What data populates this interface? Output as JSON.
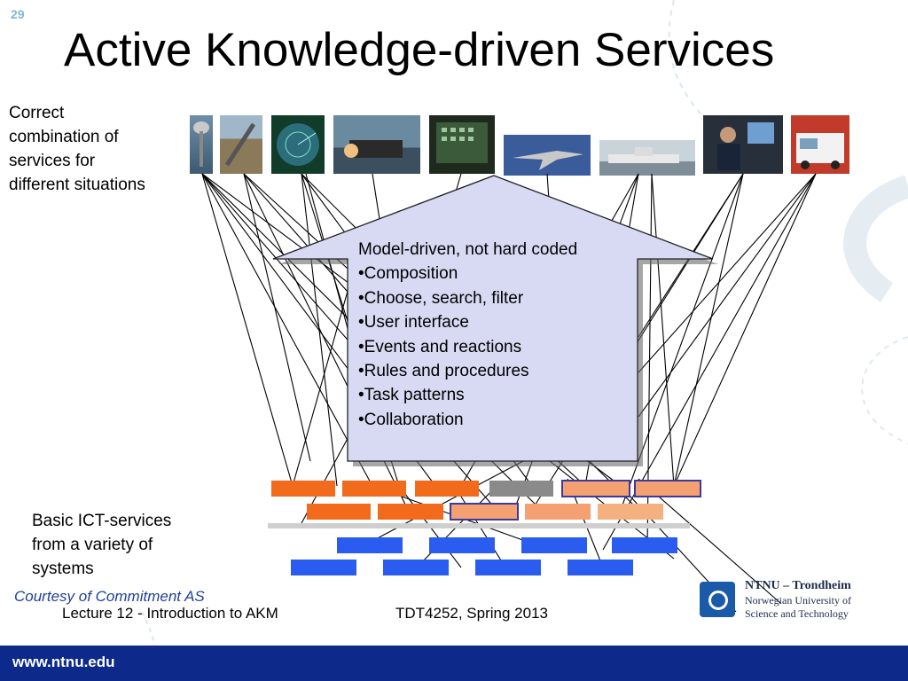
{
  "slide_number": "29",
  "title": "Active Knowledge-driven Services",
  "left_top_lines": [
    "Correct",
    "combination of",
    "services for",
    "different situations"
  ],
  "callout": {
    "heading": "Model-driven, not hard coded",
    "bullets": [
      "•Composition",
      "•Choose, search, filter",
      "•User interface",
      "•Events and reactions",
      "•Rules and procedures",
      "•Task patterns",
      "•Collaboration"
    ]
  },
  "left_bottom_lines": [
    "Basic ICT-services",
    "from a variety of",
    "systems"
  ],
  "courtesy": "Courtesy of Commitment AS",
  "footer": {
    "lecture": "Lecture 12 - Introduction to AKM",
    "course": "TDT4252, Spring 2013",
    "url": "www.ntnu.edu"
  },
  "logo": {
    "line1": "NTNU – Trondheim",
    "line2": "Norwegian University of",
    "line3": "Science and Technology"
  },
  "pictures": [
    "radar-antenna",
    "missile-launcher",
    "radar-display",
    "military-ship",
    "control-panel",
    "fighter-jet",
    "naval-vessel",
    "operator-console",
    "ambulance"
  ],
  "colors": {
    "callout_fill": "#d8daf4",
    "orange": "#f26a1b",
    "blue": "#2a5cf0",
    "footer_bar": "#0d2a8a"
  }
}
